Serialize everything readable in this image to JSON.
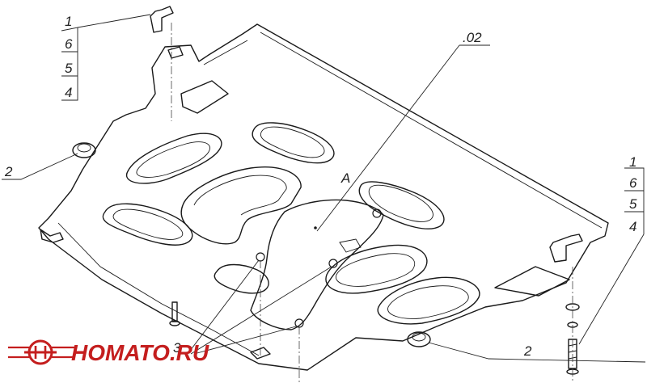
{
  "callouts": {
    "top_left": [
      "1",
      "6",
      "5",
      "4"
    ],
    "right": [
      "1",
      "6",
      "5",
      "4"
    ],
    "label_2_left": "2",
    "label_2_right": "2",
    "label_3": "3",
    "label_02": ".02",
    "mark_A": "A"
  },
  "logo": {
    "text": "HOMATO.RU",
    "color": "#c41e1e"
  }
}
